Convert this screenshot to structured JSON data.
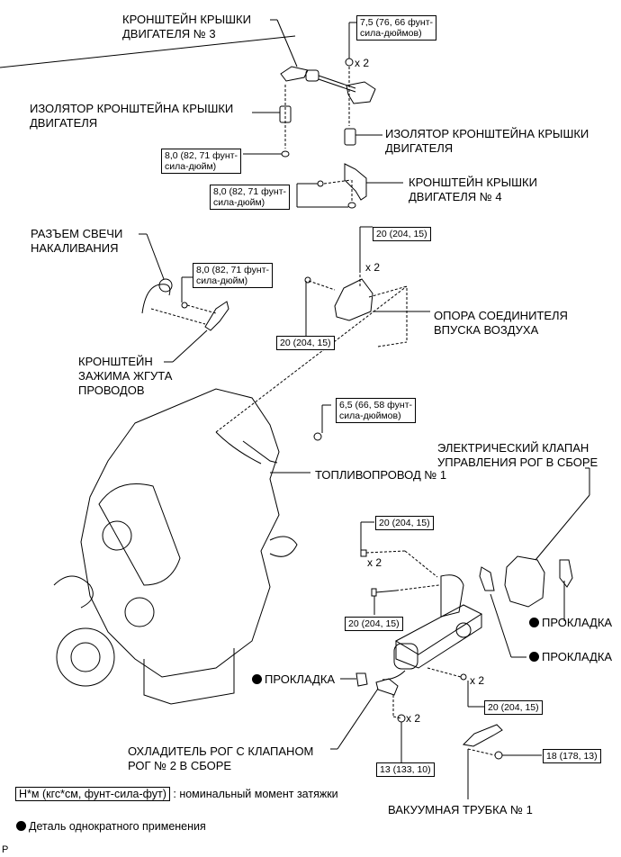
{
  "labels": {
    "bracket3": "КРОНШТЕЙН КРЫШКИ\nДВИГАТЕЛЯ № 3",
    "isolator_left": "ИЗОЛЯТОР КРОНШТЕЙНА КРЫШКИ\nДВИГАТЕЛЯ",
    "isolator_right": "ИЗОЛЯТОР КРОНШТЕЙНА КРЫШКИ\nДВИГАТЕЛЯ",
    "bracket4": "КРОНШТЕЙН КРЫШКИ\nДВИГАТЕЛЯ № 4",
    "glow_connector": "РАЗЪЕМ СВЕЧИ\nНАКАЛИВАНИЯ",
    "harness_bracket": "КРОНШТЕЙН\nЗАЖИМА ЖГУТА\nПРОВОДОВ",
    "air_connector_stay": "ОПОРА СОЕДИНИТЕЛЯ\nВПУСКА ВОЗДУХА",
    "fuel_pipe": "ТОПЛИВОПРОВОД № 1",
    "egr_valve": "ЭЛЕКТРИЧЕСКИЙ КЛАПАН\nУПРАВЛЕНИЯ РОГ В СБОРЕ",
    "gasket_1": "ПРОКЛАДКА",
    "gasket_2": "ПРОКЛАДКА",
    "gasket_3": "ПРОКЛАДКА",
    "egr_cooler": "ОХЛАДИТЕЛЬ РОГ С КЛАПАНОМ\nРОГ № 2 В СБОРЕ",
    "vacuum_pipe": "ВАКУУМНАЯ ТРУБКА № 1"
  },
  "torques": {
    "t_bracket3": "7,5 (76, 66 фунт-\nсила-дюймов)",
    "t_isolator": "8,0 (82, 71 фунт-\nсила-дюйм)",
    "t_bracket4": "8,0 (82, 71 фунт-\nсила-дюйм)",
    "t_harness": "8,0 (82, 71 фунт-\nсила-дюйм)",
    "t_stay_top": "20 (204, 15)",
    "t_stay_left": "20 (204, 15)",
    "t_fuel_pipe": "6,5 (66, 58 фунт-\nсила-дюймов)",
    "t_egr_nut": "20 (204, 15)",
    "t_egr_bolt": "20 (204, 15)",
    "t_egr_lower": "20 (204, 15)",
    "t_egr_nut2": "13 (133, 10)",
    "t_vacuum": "18 (178, 13)"
  },
  "multipliers": {
    "m1": "x 2",
    "m2": "x 2",
    "m3": "x 2",
    "m4": "x 2",
    "m5": "x 2"
  },
  "legend": {
    "torque_unit": "Н*м (кгс*см, фунт-сила-фут)",
    "torque_desc": ": номинальный момент затяжки",
    "non_reusable": "Деталь однократного применения",
    "footer_code": "P"
  }
}
